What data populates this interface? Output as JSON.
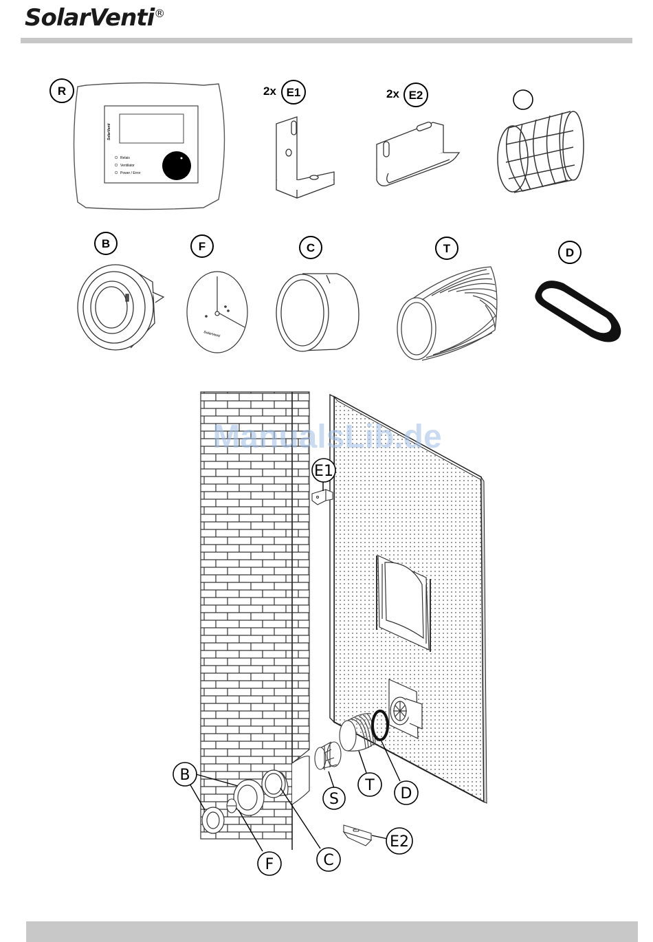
{
  "header": {
    "brand": "SolarVenti",
    "registered": "®"
  },
  "parts": {
    "R": {
      "label": "R"
    },
    "E1": {
      "label": "E1",
      "qty": "2x"
    },
    "E2": {
      "label": "E2",
      "qty": "2x"
    },
    "S": {
      "label": ""
    },
    "B": {
      "label": "B"
    },
    "F": {
      "label": "F"
    },
    "C": {
      "label": "C"
    },
    "T": {
      "label": "T"
    },
    "D": {
      "label": "D"
    }
  },
  "controller": {
    "brand": "SolarVenti",
    "led_1": "Relais",
    "led_2": "Ventilator",
    "led_3": "Power / Error"
  },
  "cover_label": "SolarVenti",
  "assembly_callouts": {
    "E1": "E1",
    "B": "B",
    "S": "S",
    "T": "T",
    "D": "D",
    "F": "F",
    "C": "C",
    "E2": "E2"
  },
  "watermark": "ManualsLib.de"
}
